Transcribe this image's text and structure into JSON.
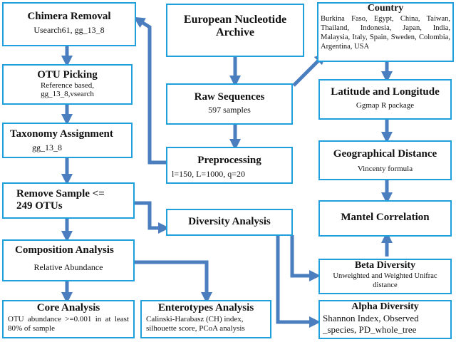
{
  "boxes": {
    "ena": {
      "title": "European Nucleotide\nArchive"
    },
    "raw": {
      "title": "Raw Sequences",
      "sub": "597 samples"
    },
    "pre": {
      "title": "Preprocessing",
      "sub": "l=150, L=1000, q=20"
    },
    "chimera": {
      "title": "Chimera Removal",
      "sub": "Usearch61, gg_13_8"
    },
    "otu": {
      "title": "OTU Picking",
      "sub": "Reference based,\ngg_13_8,vsearch"
    },
    "tax": {
      "title": "Taxonomy Assignment",
      "sub": "gg_13_8"
    },
    "remove": {
      "title": "Remove Sample <=\n249 OTUs"
    },
    "comp": {
      "title": "Composition Analysis",
      "sub": "Relative Abundance"
    },
    "core": {
      "title": "Core Analysis",
      "sub": "OTU abundance >=0.001 in at least 80% of sample"
    },
    "entero": {
      "title": "Enterotypes Analysis",
      "sub": "Calinski-Harabasz (CH) index, silhouette score, PCoA analysis"
    },
    "div": {
      "title": "Diversity Analysis"
    },
    "country": {
      "title": "Country",
      "sub": "Burkina Faso, Egypt, China, Taiwan, Thailand, Indonesia, Japan, India, Malaysia, Italy, Spain, Sweden, Colombia, Argentina, USA"
    },
    "latlon": {
      "title": "Latitude and Longitude",
      "sub": "Ggmap R package"
    },
    "geo": {
      "title": "Geographical Distance",
      "sub": "Vincenty formula"
    },
    "mantel": {
      "title": "Mantel Correlation"
    },
    "beta": {
      "title": "Beta Diversity",
      "sub": "Unweighted and Weighted Unifrac distance"
    },
    "alpha": {
      "title": "Alpha Diversity",
      "sub": "Shannon Index, Observed _species, PD_whole_tree"
    }
  },
  "colors": {
    "border": "#1f9fdb",
    "arrow": "#4a7ebf"
  }
}
